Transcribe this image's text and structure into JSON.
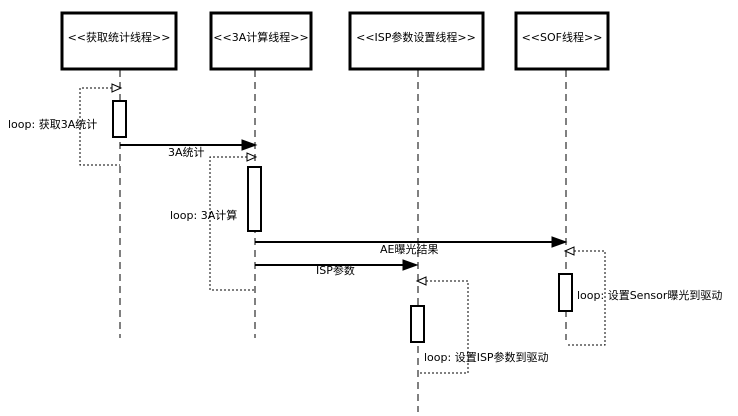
{
  "participants": [
    {
      "label": "<<获取统计线程>>"
    },
    {
      "label": "<<3A计算线程>>"
    },
    {
      "label": "<<ISP参数设置线程>>"
    },
    {
      "label": "<<SOF线程>>"
    }
  ],
  "messages": [
    {
      "label": "3A统计"
    },
    {
      "label": "AE曝光结果"
    },
    {
      "label": "ISP参数"
    }
  ],
  "loops": [
    {
      "label": "loop: 获取3A统计"
    },
    {
      "label": "loop: 3A计算"
    },
    {
      "label": "loop: 设置Sensor曝光到驱动"
    },
    {
      "label": "loop: 设置ISP参数到驱动"
    }
  ]
}
